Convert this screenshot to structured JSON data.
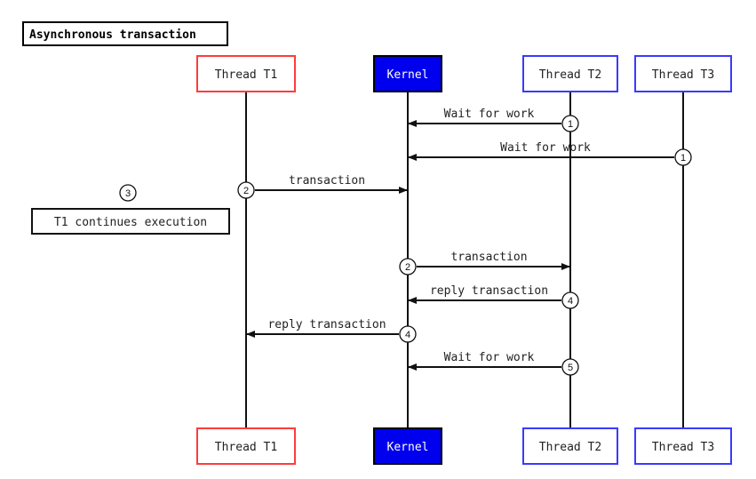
{
  "title": "Asynchronous transaction",
  "participants": [
    {
      "id": "t1",
      "label": "Thread T1",
      "border": "#ff3b3b",
      "fill": "#ffffff",
      "text": "#222222"
    },
    {
      "id": "kernel",
      "label": "Kernel",
      "border": "#000000",
      "fill": "#0000ee",
      "text": "#ffffff"
    },
    {
      "id": "t2",
      "label": "Thread T2",
      "border": "#3a3aff",
      "fill": "#ffffff",
      "text": "#222222"
    },
    {
      "id": "t3",
      "label": "Thread T3",
      "border": "#3a3aff",
      "fill": "#ffffff",
      "text": "#222222"
    }
  ],
  "messages": [
    {
      "from": "t2",
      "to": "kernel",
      "label": "Wait for work",
      "step": "1"
    },
    {
      "from": "t3",
      "to": "kernel",
      "label": "Wait for work",
      "step": "1"
    },
    {
      "from": "t1",
      "to": "kernel",
      "label": "transaction",
      "step": "2"
    },
    {
      "from": "kernel",
      "to": "t2",
      "label": "transaction",
      "step": "2"
    },
    {
      "from": "t2",
      "to": "kernel",
      "label": "reply transaction",
      "step": "4"
    },
    {
      "from": "kernel",
      "to": "t1",
      "label": "reply transaction",
      "step": "4"
    },
    {
      "from": "t2",
      "to": "kernel",
      "label": "Wait for work",
      "step": "5"
    }
  ],
  "note": {
    "step": "3",
    "text": "T1 continues execution"
  }
}
